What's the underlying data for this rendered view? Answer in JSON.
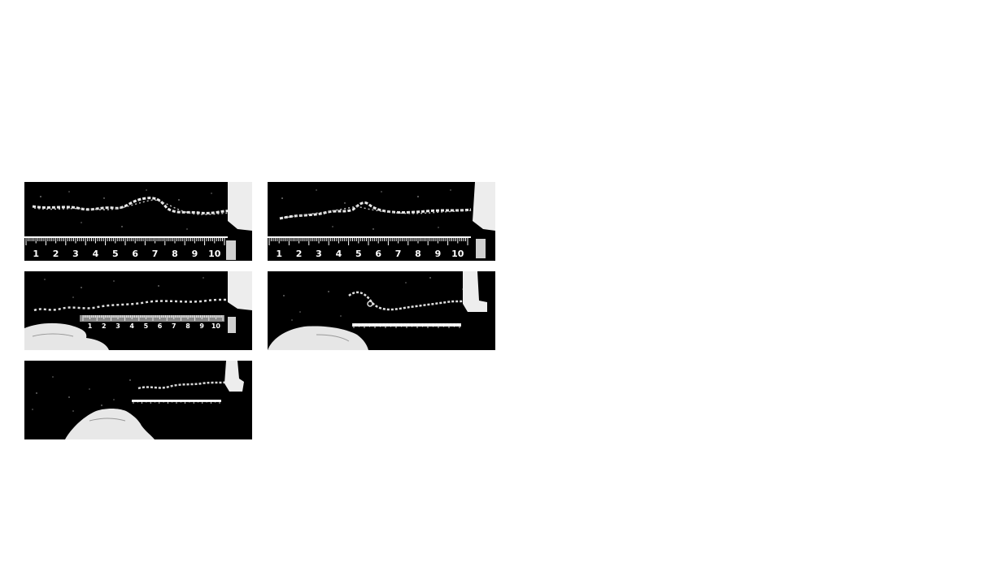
{
  "panels": [
    {
      "id": "p1",
      "ruler_labels": [
        "1",
        "2",
        "3",
        "4",
        "5",
        "6",
        "7",
        "8",
        "9",
        "10"
      ]
    },
    {
      "id": "p2",
      "ruler_labels": [
        "1",
        "2",
        "3",
        "4",
        "5",
        "6",
        "7",
        "8",
        "9",
        "10"
      ]
    },
    {
      "id": "p3",
      "ruler_labels": [
        "1",
        "2",
        "3",
        "4",
        "5",
        "6",
        "7",
        "8",
        "9",
        "10"
      ]
    },
    {
      "id": "p4",
      "ruler_labels": []
    },
    {
      "id": "p5",
      "ruler_labels": []
    }
  ],
  "colors": {
    "background": "#ffffff",
    "panel": "#000000",
    "foreground": "#ffffff"
  }
}
